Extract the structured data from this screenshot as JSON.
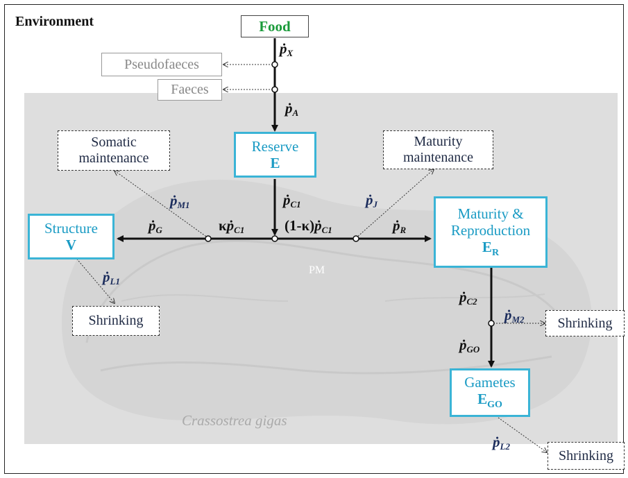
{
  "environment_label": "Environment",
  "pm_label": "PM",
  "species_label": "Crassostrea gigas",
  "boxes": {
    "food": "Food",
    "pseudofaeces": "Pseudofaeces",
    "faeces": "Faeces",
    "reserve": {
      "name": "Reserve",
      "symbol": "E"
    },
    "structure": {
      "name": "Structure",
      "symbol": "V"
    },
    "maturity_reproduction": {
      "name_line1": "Maturity &",
      "name_line2": "Reproduction",
      "symbol": "E",
      "symbol_sub": "R"
    },
    "gametes": {
      "name": "Gametes",
      "symbol": "E",
      "symbol_sub": "GO"
    },
    "somatic_maintenance": {
      "line1": "Somatic",
      "line2": "maintenance"
    },
    "maturity_maintenance": {
      "line1": "Maturity",
      "line2": "maintenance"
    },
    "shrinking_structure": "Shrinking",
    "shrinking_maturity": "Shrinking",
    "shrinking_gametes": "Shrinking"
  },
  "fluxes": {
    "px": {
      "sym": "ṗ",
      "sub": "X"
    },
    "pa": {
      "sym": "ṗ",
      "sub": "A"
    },
    "pc1": {
      "sym": "ṗ",
      "sub": "C1"
    },
    "pm1": {
      "sym": "ṗ",
      "sub": "M1"
    },
    "pj": {
      "sym": "ṗ",
      "sub": "J"
    },
    "pg": {
      "sym": "ṗ",
      "sub": "G"
    },
    "kappa_pc1": {
      "prefix": "κ",
      "sym": "ṗ",
      "sub": "C1"
    },
    "one_minus_kappa_pc1": {
      "prefix": "(1-κ)",
      "sym": "ṗ",
      "sub": "C1"
    },
    "pr": {
      "sym": "ṗ",
      "sub": "R"
    },
    "pl1": {
      "sym": "ṗ",
      "sub": "L1"
    },
    "pc2": {
      "sym": "ṗ",
      "sub": "C2"
    },
    "pm2": {
      "sym": "ṗ",
      "sub": "M2"
    },
    "pgo": {
      "sym": "ṗ",
      "sub": "GO"
    },
    "pl2": {
      "sym": "ṗ",
      "sub": "L2"
    }
  }
}
